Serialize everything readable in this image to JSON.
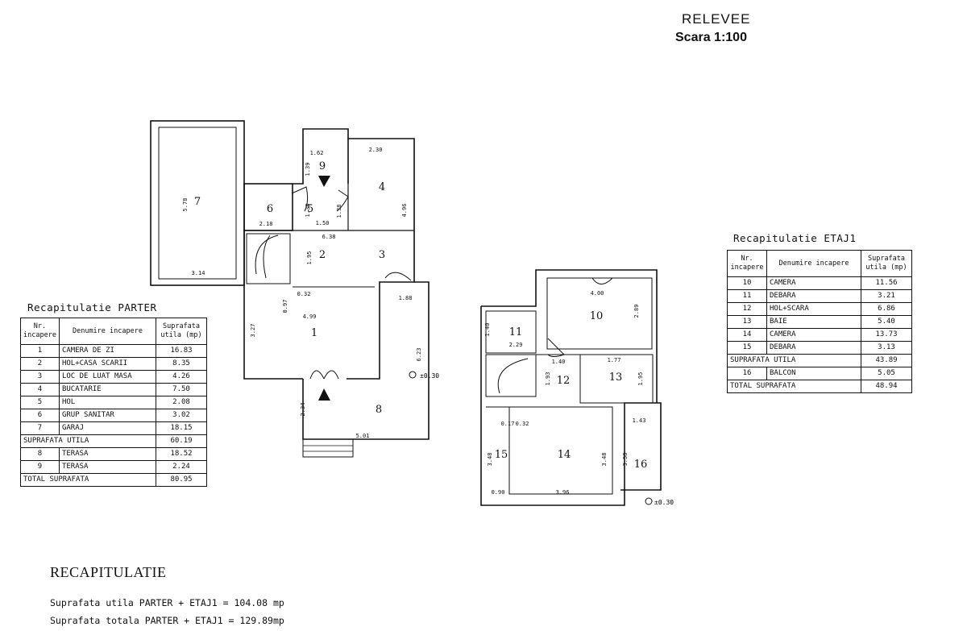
{
  "header": {
    "title": "RELEVEE",
    "scale": "Scara 1:100"
  },
  "parter": {
    "title": "Recapitulatie PARTER",
    "headers": [
      "Nr. incapere",
      "Denumire incapere",
      "Suprafata utila (mp)"
    ],
    "rows": [
      {
        "nr": "1",
        "name": "CAMERA DE ZI",
        "area": "16.83"
      },
      {
        "nr": "2",
        "name": "HOL+CASA SCARII",
        "area": "8.35"
      },
      {
        "nr": "3",
        "name": "LOC DE LUAT MASA",
        "area": "4.26"
      },
      {
        "nr": "4",
        "name": "BUCATARIE",
        "area": "7.50"
      },
      {
        "nr": "5",
        "name": "HOL",
        "area": "2.08"
      },
      {
        "nr": "6",
        "name": "GRUP SANITAR",
        "area": "3.02"
      },
      {
        "nr": "7",
        "name": "GARAJ",
        "area": "18.15"
      }
    ],
    "util_label": "SUPRAFATA UTILA",
    "util_value": "60.19",
    "extra": [
      {
        "nr": "8",
        "name": "TERASA",
        "area": "18.52"
      },
      {
        "nr": "9",
        "name": "TERASA",
        "area": "2.24"
      }
    ],
    "total_label": "TOTAL SUPRAFATA",
    "total_value": "80.95"
  },
  "etaj": {
    "title": "Recapitulatie ETAJ1",
    "headers": [
      "Nr. incapere",
      "Denumire incapere",
      "Suprafata utila (mp)"
    ],
    "rows": [
      {
        "nr": "10",
        "name": "CAMERA",
        "area": "11.56"
      },
      {
        "nr": "11",
        "name": "DEBARA",
        "area": "3.21"
      },
      {
        "nr": "12",
        "name": "HOL+SCARA",
        "area": "6.86"
      },
      {
        "nr": "13",
        "name": "BAIE",
        "area": "5.40"
      },
      {
        "nr": "14",
        "name": "CAMERA",
        "area": "13.73"
      },
      {
        "nr": "15",
        "name": "DEBARA",
        "area": "3.13"
      }
    ],
    "util_label": "SUPRAFATA UTILA",
    "util_value": "43.89",
    "extra": [
      {
        "nr": "16",
        "name": "BALCON",
        "area": "5.05"
      }
    ],
    "total_label": "TOTAL SUPRAFATA",
    "total_value": "48.94"
  },
  "plan_parter": {
    "rooms": [
      "7",
      "6",
      "5",
      "9",
      "4",
      "2",
      "3",
      "1",
      "8"
    ],
    "dims": [
      "1.62",
      "2.30",
      "1.39",
      "1.38",
      "2.18",
      "1.50",
      "1.38",
      "4.96",
      "5.78",
      "3.14",
      "6.38",
      "1.95",
      "0.32",
      "0.97",
      "1.88",
      "4.99",
      "3.27",
      "6.23",
      "2.34",
      "5.01"
    ],
    "level_mark": "±0.30"
  },
  "plan_etaj": {
    "rooms": [
      "10",
      "11",
      "12",
      "13",
      "14",
      "15",
      "16"
    ],
    "dims": [
      "4.00",
      "2.89",
      "1.40",
      "2.29",
      "1.40",
      "1.77",
      "1.93",
      "1.95",
      "0.17",
      "0.32",
      "1.43",
      "3.48",
      "3.48",
      "3.58",
      "0.90",
      "3.96"
    ],
    "level_mark": "±0.30"
  },
  "recap": {
    "title": "RECAPITULATIE",
    "line1": "Suprafata utila PARTER + ETAJ1 = 104.08 mp",
    "line2": "Suprafata totala PARTER + ETAJ1 = 129.89mp"
  }
}
